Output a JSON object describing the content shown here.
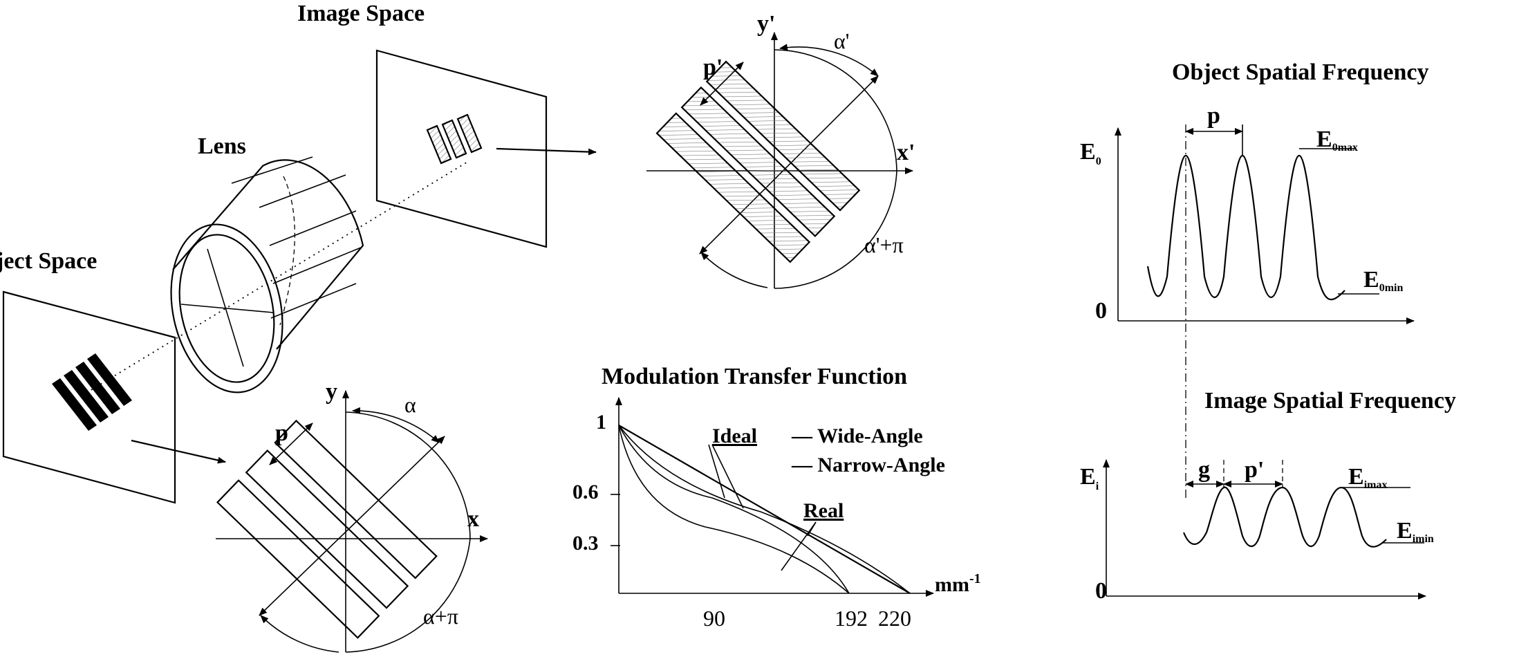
{
  "labels": {
    "image_space": "Image Space",
    "lens": "Lens",
    "object_space": "ject Space"
  },
  "object_plot": {
    "y": "y",
    "x": "x",
    "p": "p",
    "alpha": "α",
    "alpha_pi": "α+π"
  },
  "image_plot": {
    "y": "y'",
    "x": "x'",
    "p": "p'",
    "alpha": "α'",
    "alpha_pi": "α'+π"
  },
  "mtf": {
    "title": "Modulation Transfer Function",
    "y_ticks": [
      "1",
      "0.6",
      "0.3"
    ],
    "x_ticks": [
      "90",
      "192",
      "220"
    ],
    "x_unit": "mm",
    "x_unit_exp": "-1",
    "ideal": "Ideal",
    "real": "Real",
    "wide": "— Wide-Angle",
    "narrow": "— Narrow-Angle"
  },
  "object_freq": {
    "title": "Object Spatial Frequency",
    "ylabel": "E",
    "ylabel_sub": "0",
    "zero": "0",
    "p": "p",
    "emax": "E",
    "emax_sub": "0max",
    "emin": "E",
    "emin_sub": "0min"
  },
  "image_freq": {
    "title": "Image Spatial Frequency",
    "ylabel": "E",
    "ylabel_sub": "i",
    "zero": "0",
    "g": "g",
    "p": "p'",
    "emax": "E",
    "emax_sub": "imax",
    "emin": "E",
    "emin_sub": "imin"
  }
}
